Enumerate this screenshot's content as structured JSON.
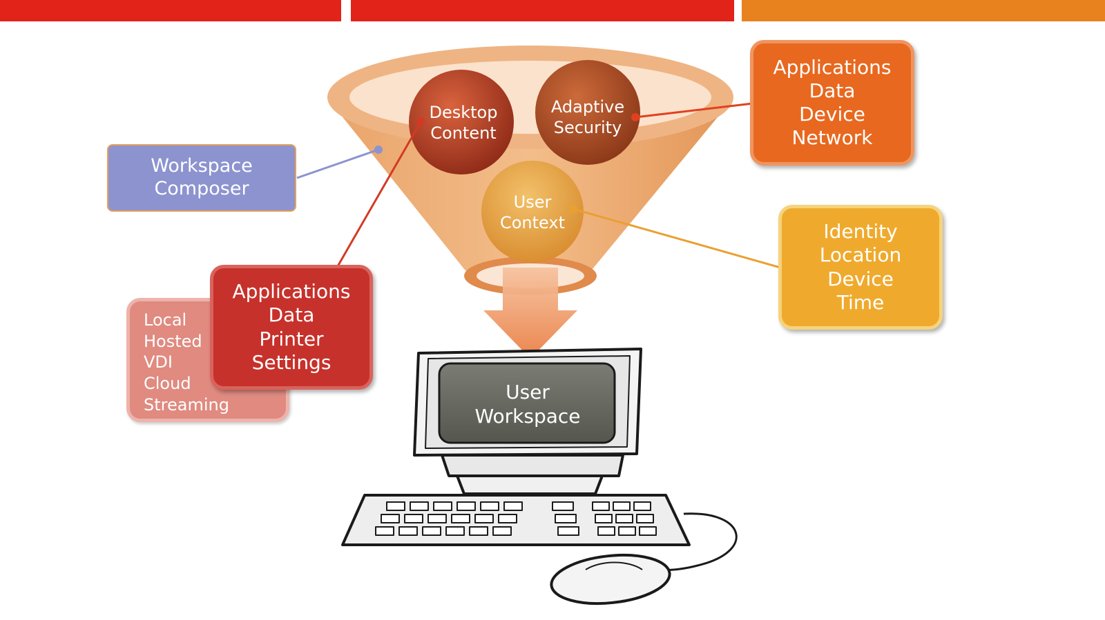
{
  "colors": {
    "bar_red": "#e2231a",
    "bar_orange": "#e8821e",
    "composer_blue": "#8c93cf",
    "app_red": "#c7312b",
    "source_pink": "#e08a80",
    "policy_orange": "#e8681f",
    "identity_gold": "#efaa2d"
  },
  "funnel": {
    "desktop_content": [
      "Desktop",
      "Content"
    ],
    "adaptive_security": [
      "Adaptive",
      "Security"
    ],
    "user_context": [
      "User",
      "Context"
    ]
  },
  "workspace_composer": [
    "Workspace",
    "Composer"
  ],
  "policy_box": [
    "Applications",
    "Data",
    "Device",
    "Network"
  ],
  "identity_box": [
    "Identity",
    "Location",
    "Device",
    "Time"
  ],
  "app_box": [
    "Applications",
    "Data",
    "Printer",
    "Settings"
  ],
  "source_box": [
    "Local",
    "Hosted",
    "VDI",
    "Cloud",
    "Streaming"
  ],
  "computer": {
    "screen": [
      "User",
      "Workspace"
    ]
  }
}
